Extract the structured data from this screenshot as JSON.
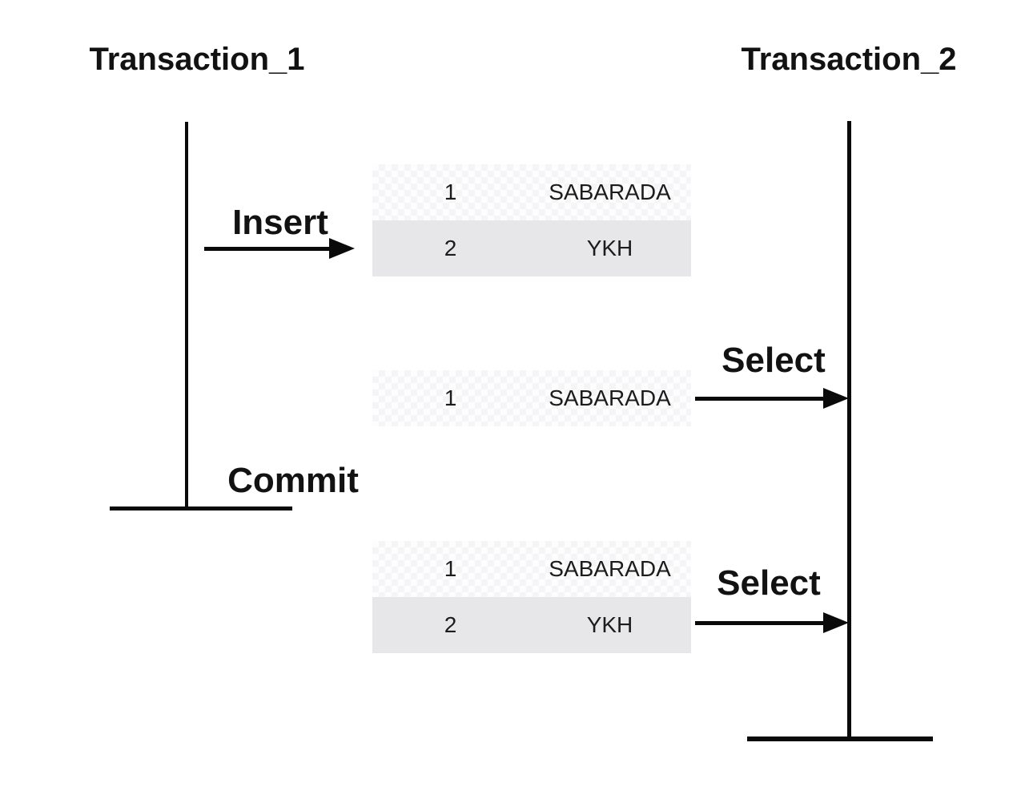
{
  "diagram": {
    "type": "transaction-sequence",
    "colors": {
      "background": "#ffffff",
      "line": "#0a0a0a",
      "text": "#121212",
      "highlight_row": "#e7e7e9"
    },
    "transactions": [
      {
        "title": "Transaction_1"
      },
      {
        "title": "Transaction_2"
      }
    ],
    "actions": {
      "insert": "Insert",
      "select_first": "Select",
      "commit": "Commit",
      "select_second": "Select"
    },
    "tables": [
      {
        "rows": [
          {
            "id": "1",
            "value": "SABARADA",
            "highlighted": false
          },
          {
            "id": "2",
            "value": "YKH",
            "highlighted": true
          }
        ]
      },
      {
        "rows": [
          {
            "id": "1",
            "value": "SABARADA",
            "highlighted": false
          }
        ]
      },
      {
        "rows": [
          {
            "id": "1",
            "value": "SABARADA",
            "highlighted": false
          },
          {
            "id": "2",
            "value": "YKH",
            "highlighted": true
          }
        ]
      }
    ]
  }
}
